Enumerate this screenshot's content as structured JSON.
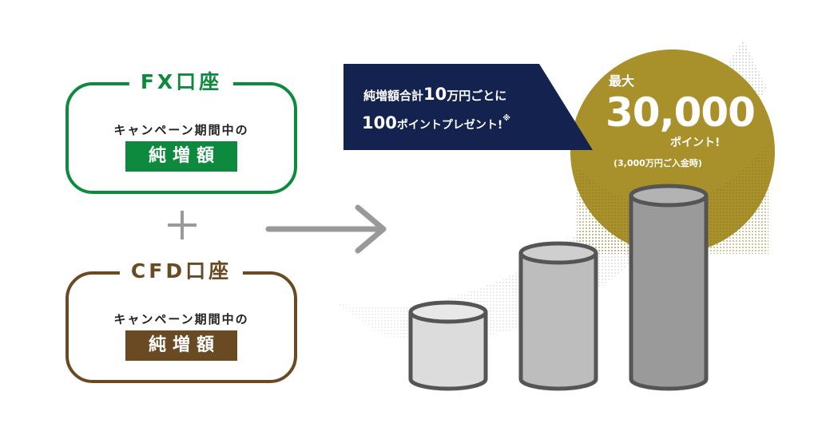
{
  "fx_box": {
    "title": "FX口座",
    "subtitle": "キャンペーン期間中の",
    "badge": "純増額",
    "color": "#0e8a3f"
  },
  "plus_symbol": "+",
  "cfd_box": {
    "title": "CFD口座",
    "subtitle": "キャンペーン期間中の",
    "badge": "純増額",
    "color": "#6a4a22"
  },
  "banner": {
    "line1_prefix": "純増額合計",
    "line1_number": "10",
    "line1_suffix": "万円ごとに",
    "line2_number": "100",
    "line2_suffix": "ポイントプレゼント!",
    "line2_mark": "※",
    "color": "#13224e"
  },
  "reward": {
    "label": "最大",
    "amount": "30,000",
    "unit": "ポイント!",
    "note": "(3,000万円ご入金時)",
    "color": "#a8902a"
  },
  "cylinders": {
    "colors": [
      "#dcdcdc",
      "#bdbdbd",
      "#9a9a9a"
    ],
    "stroke": "#555555"
  },
  "arrow_icon": "right-arrow-icon"
}
